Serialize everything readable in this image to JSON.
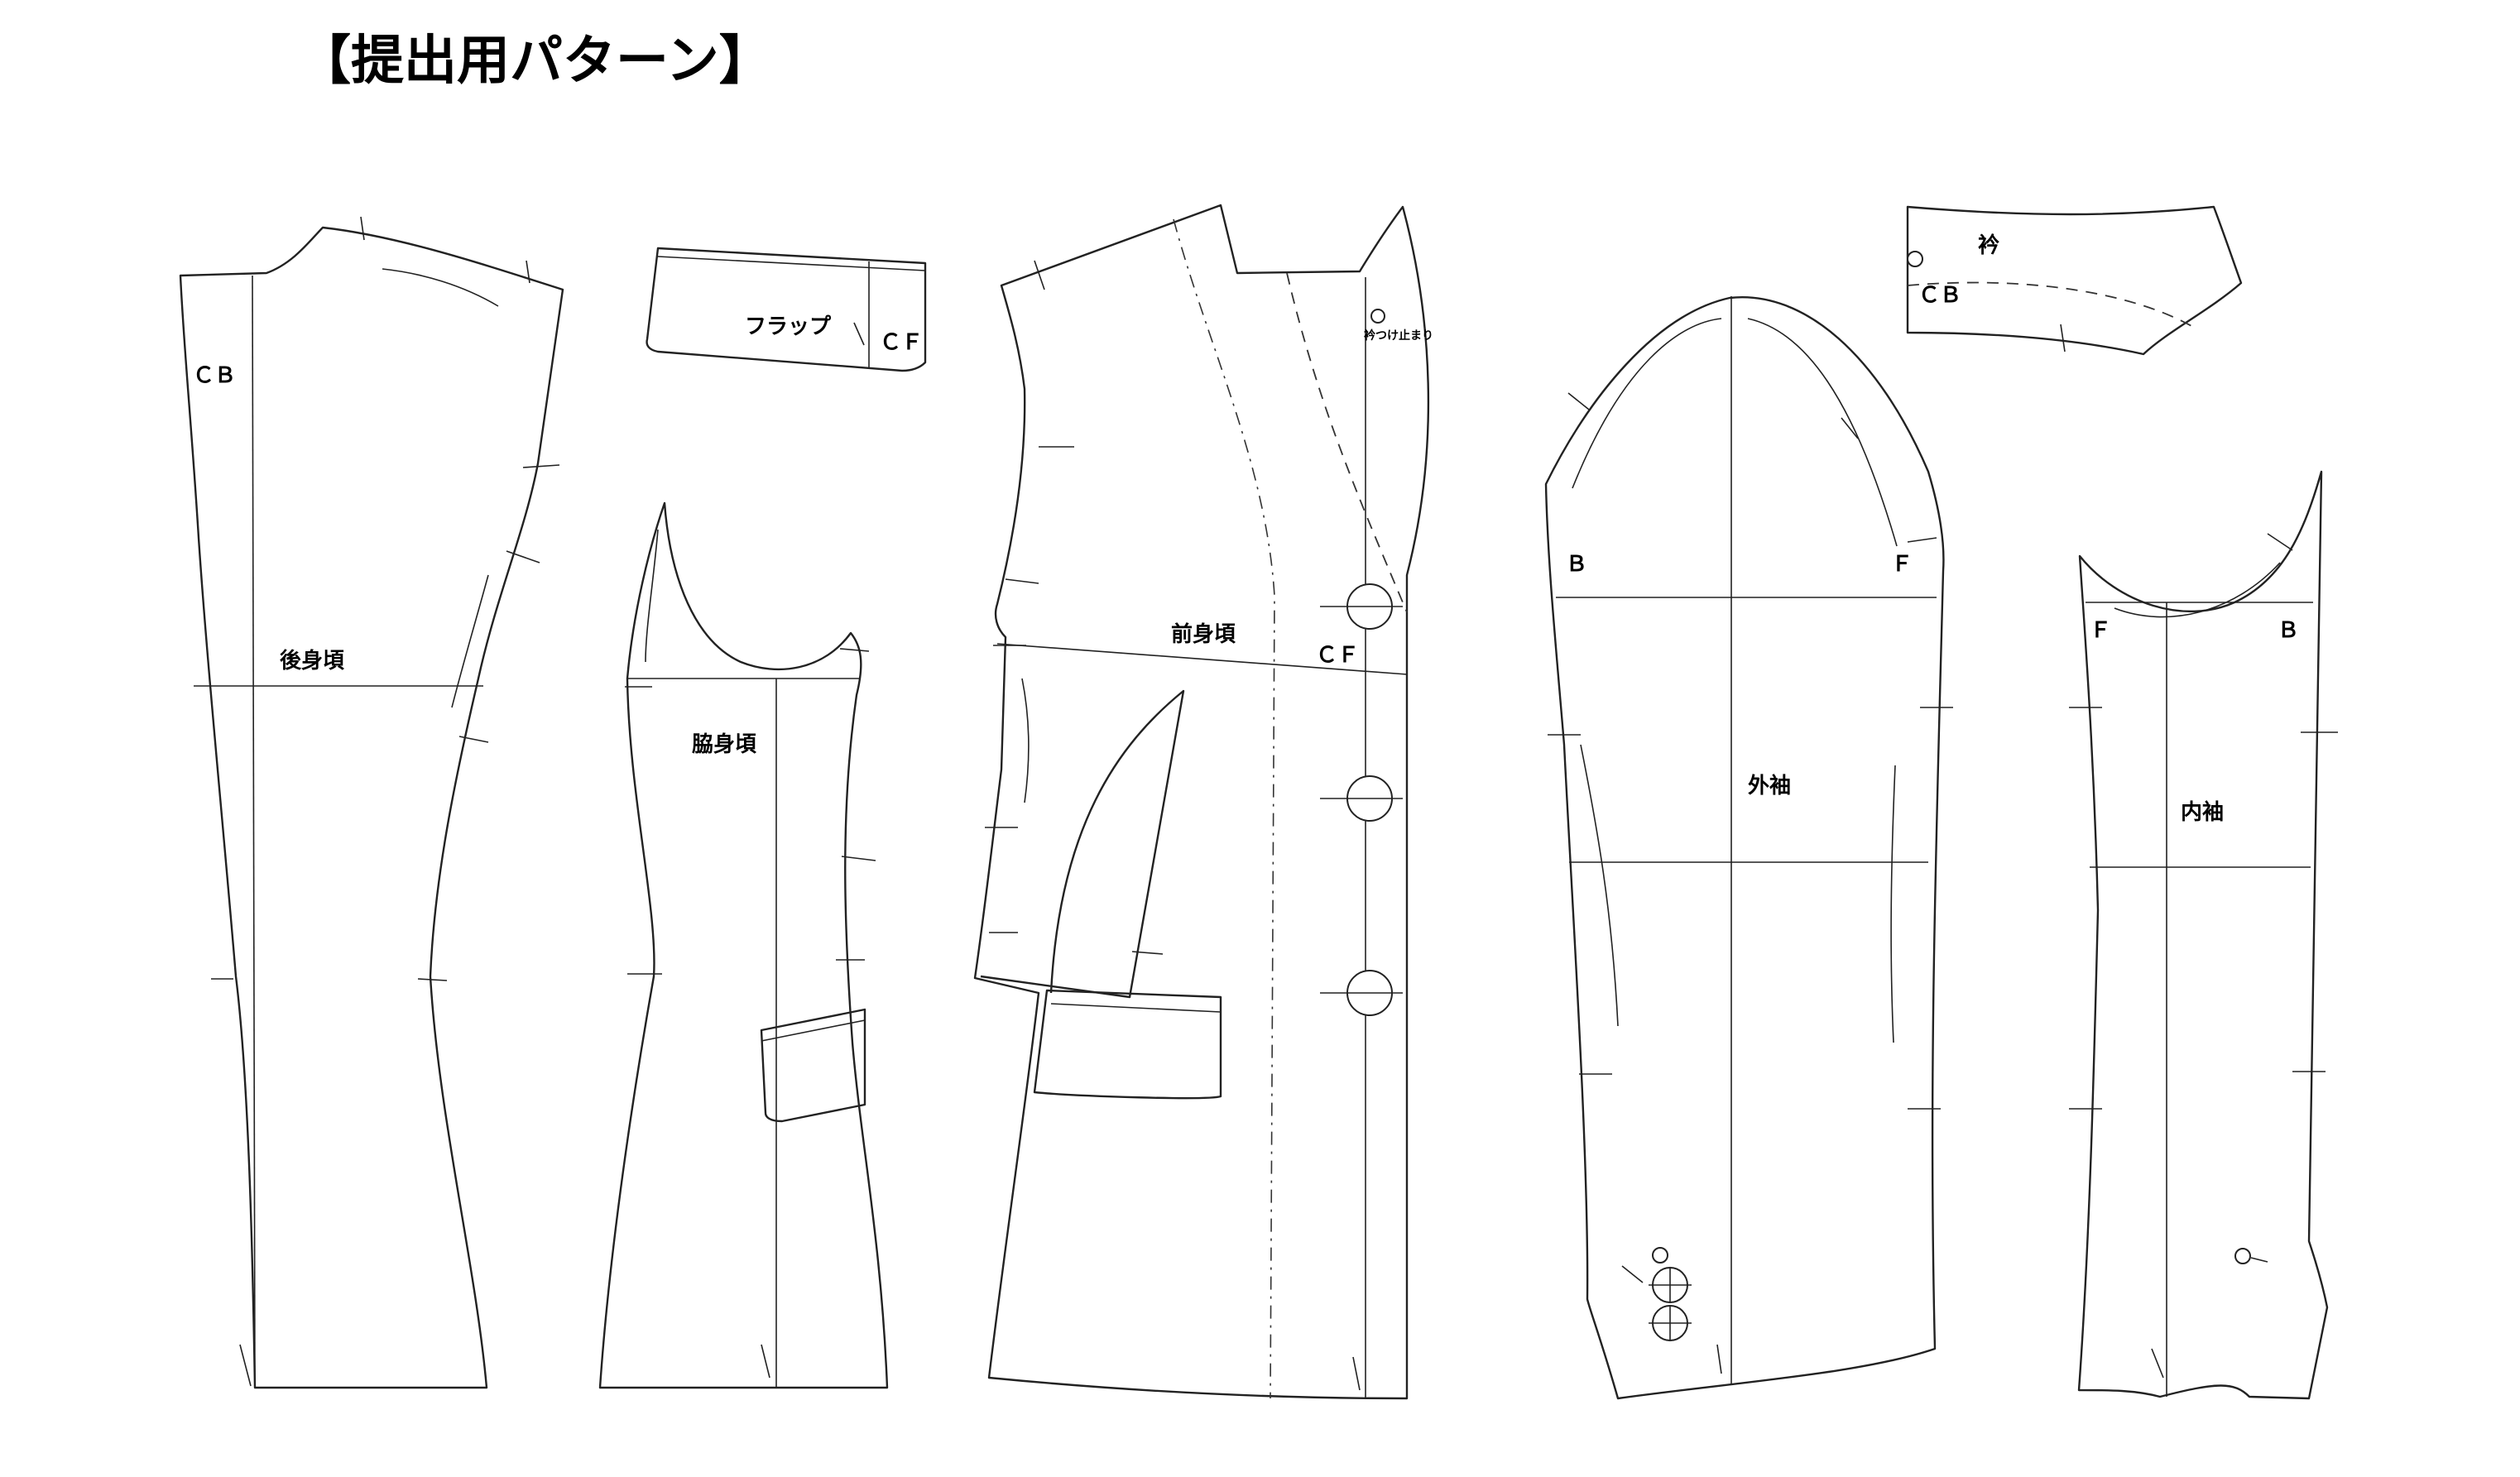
{
  "title": "【提出用パターン】",
  "pieces": {
    "back_body": {
      "name": "後身頃",
      "cb": "ＣＢ"
    },
    "flap": {
      "name": "フラップ",
      "cf": "ＣＦ"
    },
    "side_body": {
      "name": "脇身頃"
    },
    "front_body": {
      "name": "前身頃",
      "cf": "ＣＦ",
      "note": "衿つけ止まり"
    },
    "collar": {
      "name": "衿",
      "cb": "ＣＢ"
    },
    "outer_sleeve": {
      "name": "外袖",
      "b": "Ｂ",
      "f": "Ｆ"
    },
    "inner_sleeve": {
      "name": "内袖",
      "f": "Ｆ",
      "b": "Ｂ"
    }
  }
}
